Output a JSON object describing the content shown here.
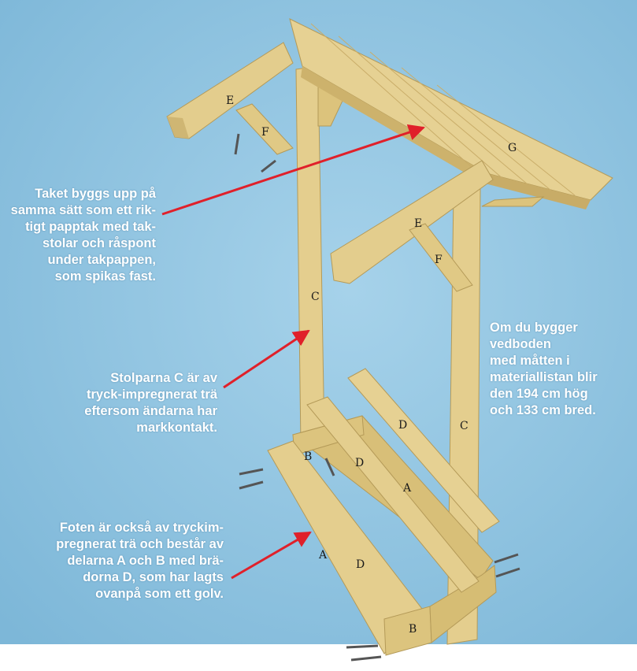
{
  "captions": {
    "roof": "Taket byggs upp på\nsamma sätt som ett rik-\ntigt papptak med tak-\nstolar och råspont\nunder takpappen,\nsom spikas fast.",
    "posts": "Stolparna C är av\ntryck-impregnerat trä\neftersom ändarna har\nmarkkontakt.",
    "base": "Foten är också av tryckim-\npregnerat trä och består av\ndelarna A och B med brä-\ndorna D, som har lagts\novanpå som ett golv.",
    "dimensions": "Om du bygger\nvedboden\nmed måtten i\nmateriallistan blir\nden 194 cm hög\noch 133 cm bred."
  },
  "part_labels": {
    "E_top": "E",
    "F_top": "F",
    "G": "G",
    "E_mid": "E",
    "F_mid": "F",
    "C_left": "C",
    "C_right": "C",
    "D_back": "D",
    "B_back": "B",
    "D_mid": "D",
    "A_back": "A",
    "A_front": "A",
    "D_front": "D",
    "B_front": "B"
  },
  "colors": {
    "background": "#8dc2df",
    "wood": "#e2cc8a",
    "wood_dark": "#c7ad66",
    "arrow": "#e0202a",
    "caption_text": "#ffffff"
  }
}
